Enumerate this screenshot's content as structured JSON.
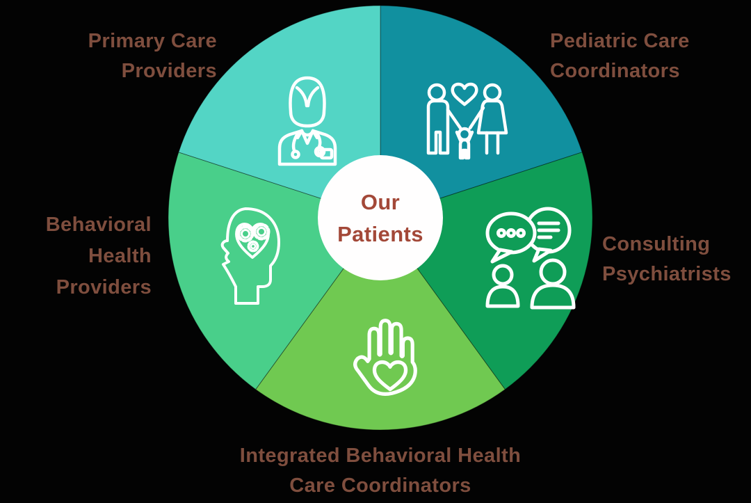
{
  "background_color": "#030303",
  "colors": {
    "label_text": "#7f4e3e",
    "center_text": "#a34838",
    "center_circle": "#fffefe",
    "icon_stroke": "#ffffff",
    "slice_border": "rgba(0,0,0,0.40)"
  },
  "center": {
    "full_text": "Our Patients",
    "lines": [
      "Our",
      "Patients"
    ]
  },
  "segments": [
    {
      "name": "Pediatric Care Coordinators",
      "label_lines": [
        "Pediatric Care",
        "Coordinators"
      ],
      "color": "#11909f",
      "icon": "family-heart-icon",
      "position": "top-right"
    },
    {
      "name": "Consulting Psychiatrists",
      "label_lines": [
        "Consulting",
        "Psychiatrists"
      ],
      "color": "#0f9d57",
      "icon": "chat-people-icon",
      "position": "right"
    },
    {
      "name": "Integrated Behavioral Health Care Coordinators",
      "label_lines": [
        "Integrated Behavioral Health",
        "Care Coordinators"
      ],
      "color": "#70c951",
      "icon": "hand-heart-icon",
      "position": "bottom"
    },
    {
      "name": "Behavioral Health Providers",
      "label_lines": [
        "Behavioral",
        "Health",
        "Providers"
      ],
      "color": "#49cf8a",
      "icon": "head-gears-icon",
      "position": "left"
    },
    {
      "name": "Primary Care Providers",
      "label_lines": [
        "Primary Care",
        "Providers"
      ],
      "color": "#53d5c5",
      "icon": "doctor-icon",
      "position": "top-left"
    }
  ]
}
